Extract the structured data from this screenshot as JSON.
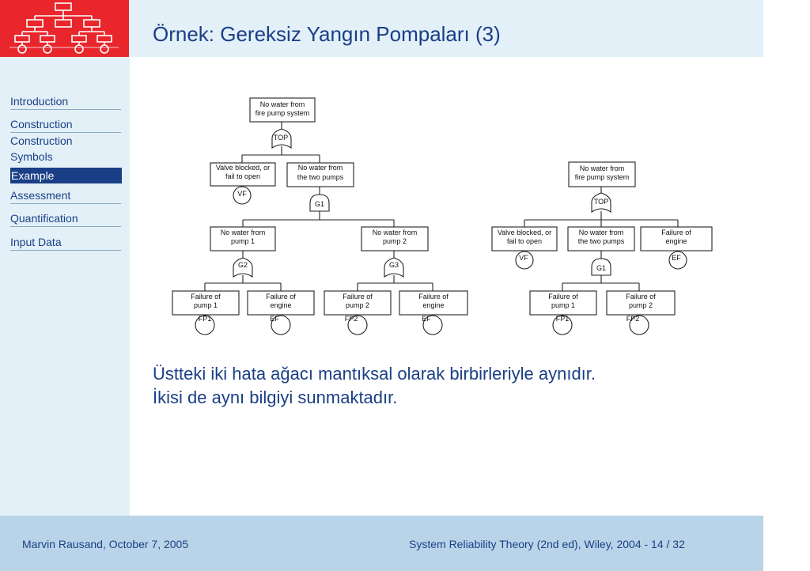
{
  "header": {
    "title": "Örnek: Gereksiz Yangın Pompaları (3)"
  },
  "sidebar": {
    "items": [
      {
        "label": "Introduction"
      },
      {
        "label": "Construction"
      },
      {
        "label": "Construction"
      },
      {
        "label": "Symbols"
      },
      {
        "label": "Example"
      },
      {
        "label": "Assessment"
      },
      {
        "label": "Quantification"
      },
      {
        "label": "Input Data"
      }
    ]
  },
  "tree1": {
    "top": {
      "l1": "No water from",
      "l2": "fire pump system",
      "gate": "TOP"
    },
    "vf": {
      "l1": "Valve blocked, or",
      "l2": "fail to open",
      "code": "VF"
    },
    "g1": {
      "l1": "No water from",
      "l2": "the two pumps",
      "gate": "G1"
    },
    "p1": {
      "l1": "No water from",
      "l2": "pump 1",
      "gate": "G2"
    },
    "p2": {
      "l1": "No water from",
      "l2": "pump 2",
      "gate": "G3"
    },
    "fp1": {
      "l1": "Failure of",
      "l2": "pump 1",
      "code": "FP1"
    },
    "ef1": {
      "l1": "Failure of",
      "l2": "engine",
      "code": "EF"
    },
    "fp2": {
      "l1": "Failure of",
      "l2": "pump 2",
      "code": "FP2"
    },
    "ef2": {
      "l1": "Failure of",
      "l2": "engine",
      "code": "EF"
    }
  },
  "tree2": {
    "top": {
      "l1": "No water from",
      "l2": "fire pump system",
      "gate": "TOP"
    },
    "vf": {
      "l1": "Valve blocked, or",
      "l2": "fail to open",
      "code": "VF"
    },
    "g1": {
      "l1": "No water from",
      "l2": "the two pumps",
      "gate": "G1"
    },
    "ef": {
      "l1": "Failure of",
      "l2": "engine",
      "code": "EF"
    },
    "fp1": {
      "l1": "Failure of",
      "l2": "pump 1",
      "code": "FP1"
    },
    "fp2": {
      "l1": "Failure of",
      "l2": "pump 2",
      "code": "FP2"
    }
  },
  "content": {
    "line1": "Üstteki iki hata ağacı mantıksal olarak birbirleriyle aynıdır.",
    "line2": "İkisi de aynı bilgiyi sunmaktadır."
  },
  "footer": {
    "left": "Marvin Rausand, October 7, 2005",
    "right": "System Reliability Theory (2nd ed), Wiley, 2004 - 14 / 32"
  }
}
